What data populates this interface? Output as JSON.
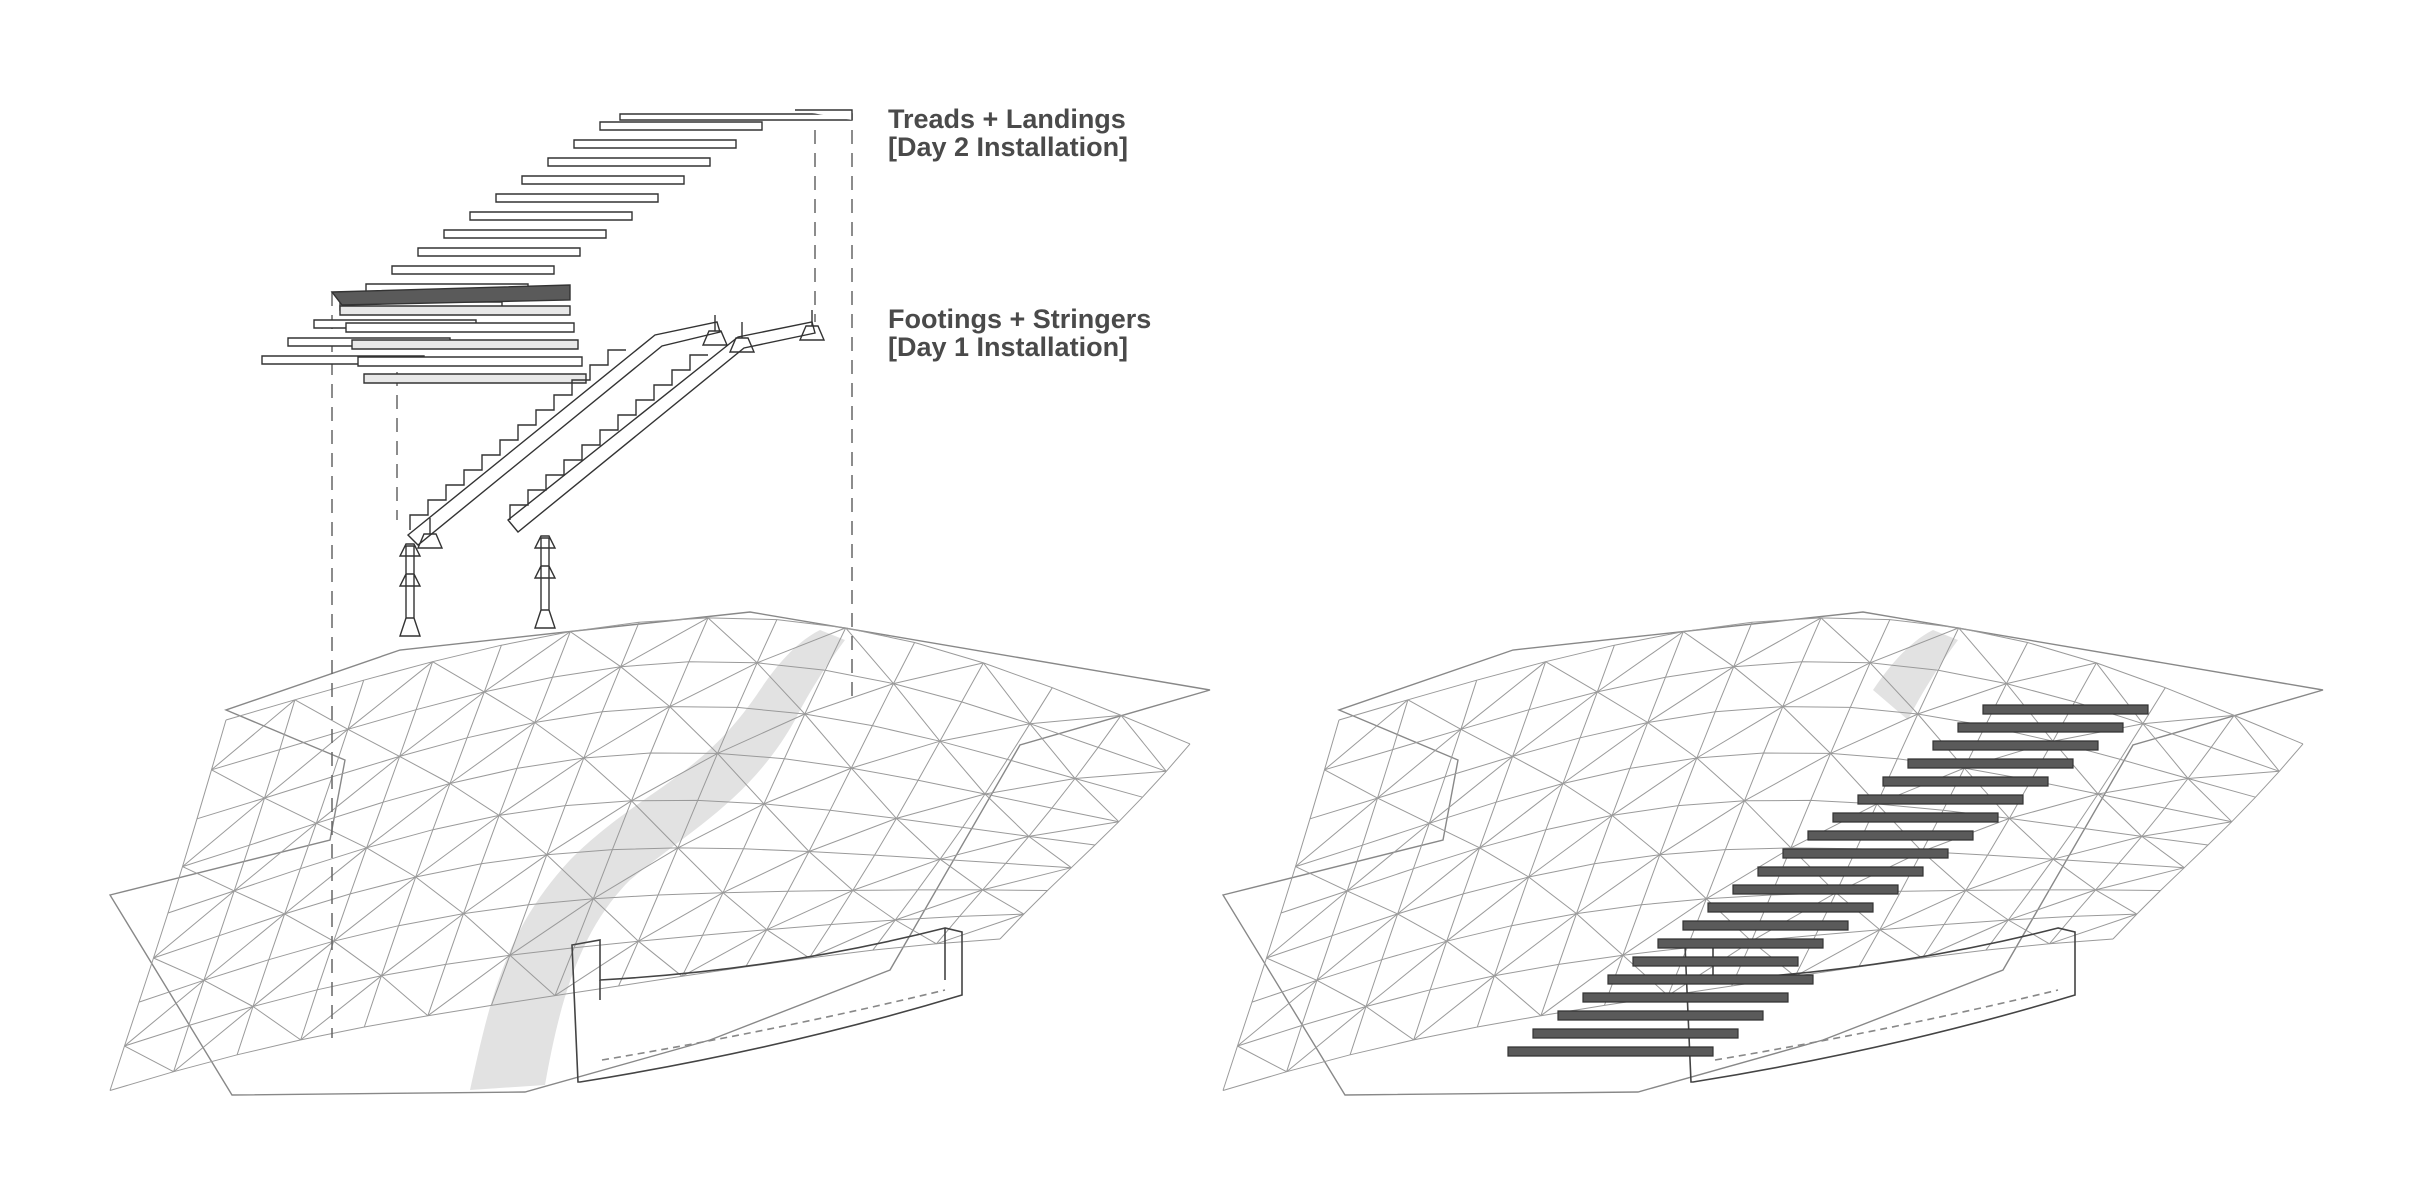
{
  "labels": {
    "treads_line1": "Treads + Landings",
    "treads_line2": "[Day 2 Installation]",
    "footings_line1": "Footings + Stringers",
    "footings_line2": "[Day 1 Installation]"
  },
  "colors": {
    "ink": "#4a4a4a",
    "mesh": "#9a9a9a",
    "path": "#e2e2e2",
    "tread_fill": "#5a5a5a",
    "tread_edge": "#333333"
  }
}
